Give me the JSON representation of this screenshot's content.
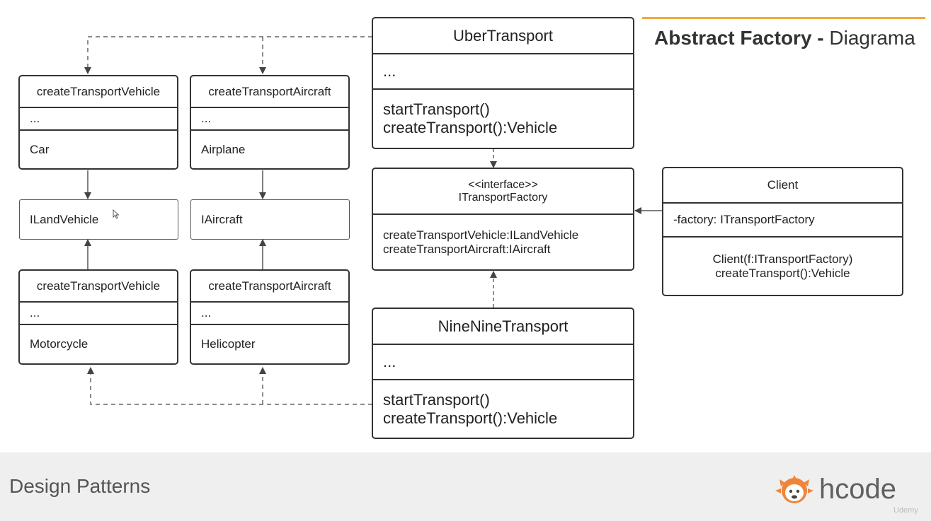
{
  "slide": {
    "title_bold": "Abstract Factory -",
    "title_light": " Diagrama",
    "footer_title": "Design Patterns",
    "brand": "hcode",
    "watermark": "Udemy"
  },
  "colors": {
    "accent": "#f2a93b",
    "footer_bg": "#efefef",
    "logo": "#f0853a"
  },
  "boxes": {
    "uber": {
      "title": "UberTransport",
      "attrs": "...",
      "methods": [
        "startTransport()",
        "createTransport():Vehicle"
      ]
    },
    "nine": {
      "title": "NineNineTransport",
      "attrs": "...",
      "methods": [
        "startTransport()",
        "createTransport():Vehicle"
      ]
    },
    "factory": {
      "stereotype": "<<interface>>",
      "title": "ITransportFactory",
      "methods": [
        "createTransportVehicle:ILandVehicle",
        "createTransportAircraft:IAircraft"
      ]
    },
    "client": {
      "title": "Client",
      "attrs": "-factory: ITransportFactory",
      "methods": [
        "Client(f:ITransportFactory)",
        "createTransport():Vehicle"
      ]
    },
    "car": {
      "title": "createTransportVehicle",
      "attrs": "...",
      "name": "Car"
    },
    "airplane": {
      "title": "createTransportAircraft",
      "attrs": "...",
      "name": "Airplane"
    },
    "motorcycle": {
      "title": "createTransportVehicle",
      "attrs": "...",
      "name": "Motorcycle"
    },
    "helicopter": {
      "title": "createTransportAircraft",
      "attrs": "...",
      "name": "Helicopter"
    },
    "ilandvehicle": {
      "name": "ILandVehicle"
    },
    "iaircraft": {
      "name": "IAircraft"
    }
  }
}
